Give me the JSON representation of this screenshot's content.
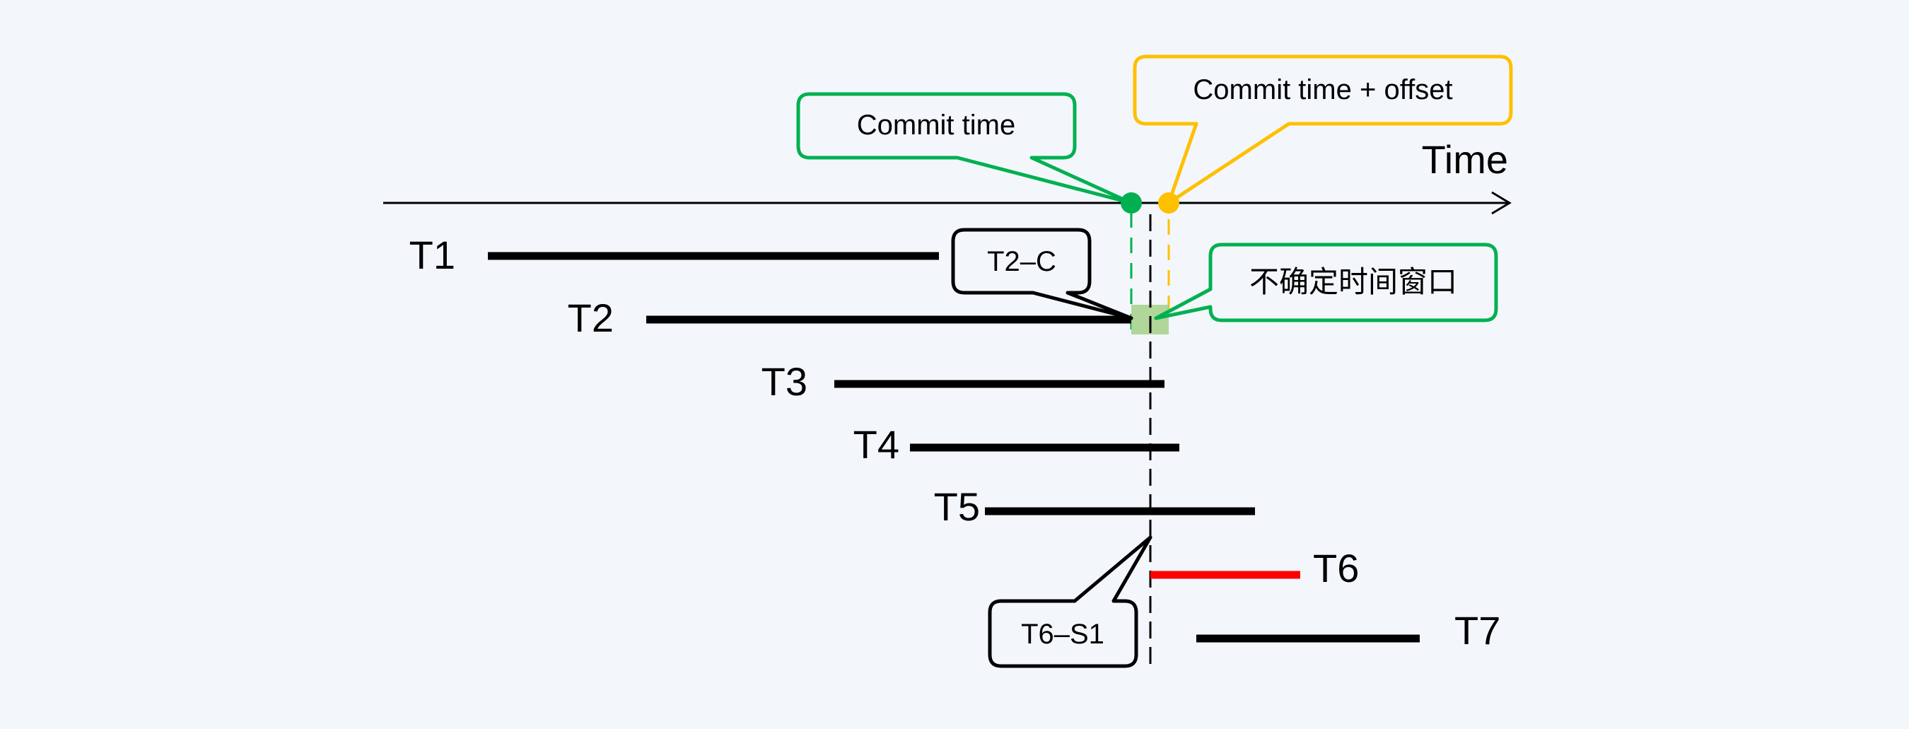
{
  "axis": {
    "label": "Time"
  },
  "colors": {
    "background": "#f3f7fc",
    "commit": "#00b050",
    "offset": "#ffc000",
    "window": "#a9d18e",
    "txn": "#000000",
    "conflict": "#ff0000"
  },
  "callouts": {
    "commit_time": "Commit time",
    "commit_offset": "Commit time + offset",
    "t2_commit": "T2–C",
    "uncertainty_window": "不确定时间窗口",
    "t6_start": "T6–S1"
  },
  "transactions": [
    {
      "id": "T1",
      "label": "T1",
      "highlight": false
    },
    {
      "id": "T2",
      "label": "T2",
      "highlight": false
    },
    {
      "id": "T3",
      "label": "T3",
      "highlight": false
    },
    {
      "id": "T4",
      "label": "T4",
      "highlight": false
    },
    {
      "id": "T5",
      "label": "T5",
      "highlight": false
    },
    {
      "id": "T6",
      "label": "T6",
      "highlight": true
    },
    {
      "id": "T7",
      "label": "T7",
      "highlight": false
    }
  ]
}
